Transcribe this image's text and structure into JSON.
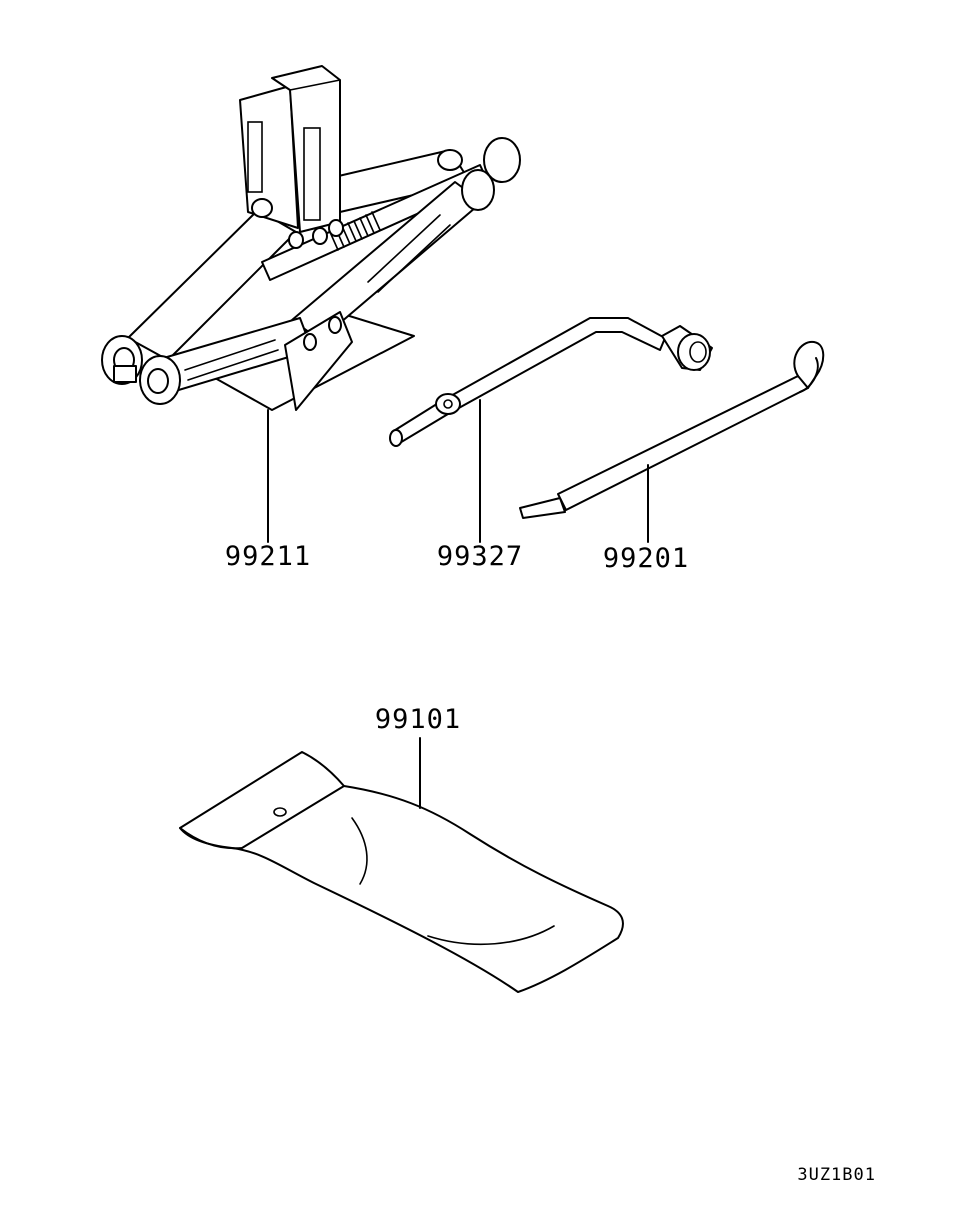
{
  "parts": [
    {
      "id": "jack",
      "part_number": "99211"
    },
    {
      "id": "jack-handle",
      "part_number": "99327"
    },
    {
      "id": "wheel-nut-wrench",
      "part_number": "99201"
    },
    {
      "id": "tool-bag",
      "part_number": "99101"
    }
  ],
  "diagram_code": "3UZ1B01"
}
